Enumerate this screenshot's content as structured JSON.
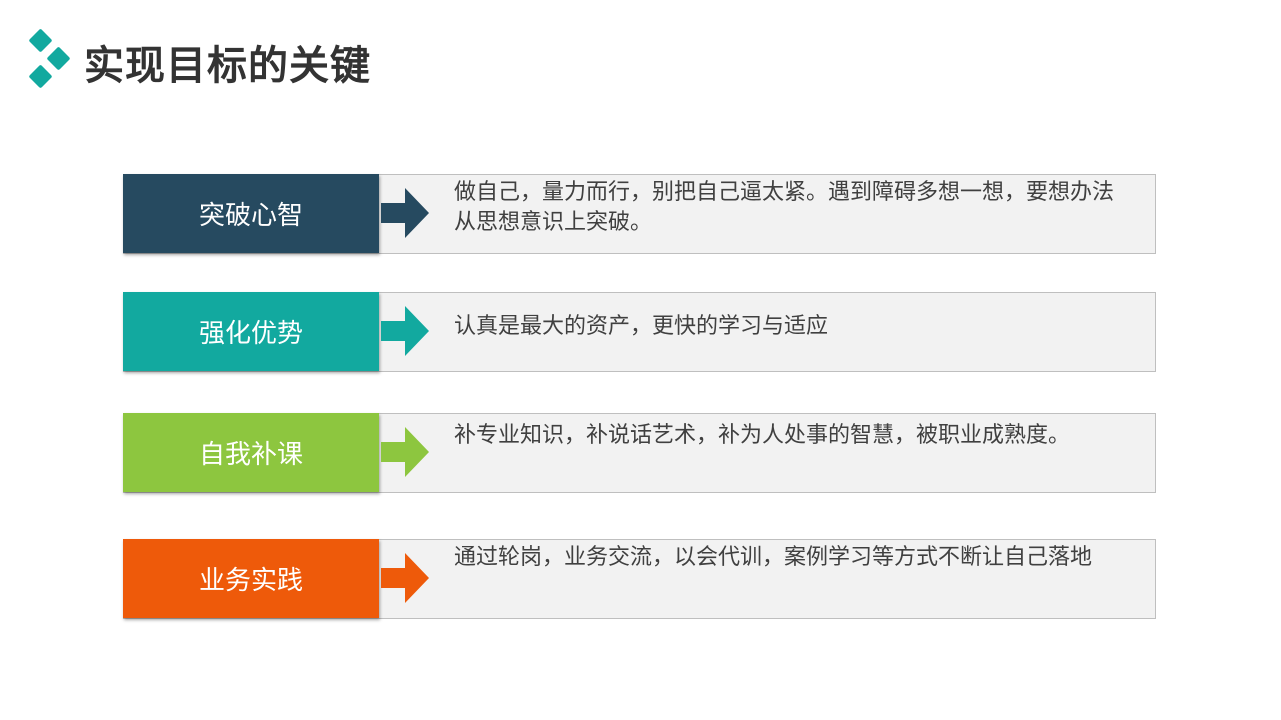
{
  "header": {
    "title": "实现目标的关键"
  },
  "colors": {
    "logo": "#12a99f",
    "title": "#333333",
    "panel_bg": "#f2f2f2",
    "panel_border": "#bfbfbf"
  },
  "items": [
    {
      "label": "突破心智",
      "color": "#264a60",
      "icon": "right-arrow-icon",
      "text": "做自己，量力而行，别把自己逼太紧。遇到障碍多想一想，要想办法从思想意识上突破。"
    },
    {
      "label": "强化优势",
      "color": "#12a99f",
      "icon": "right-arrow-icon",
      "text": "认真是最大的资产，更快的学习与适应"
    },
    {
      "label": "自我补课",
      "color": "#8dc63f",
      "icon": "right-arrow-icon",
      "text": "补专业知识，补说话艺术，补为人处事的智慧，被职业成熟度。"
    },
    {
      "label": "业务实践",
      "color": "#ee5a0a",
      "icon": "right-arrow-icon",
      "text": "通过轮岗，业务交流，以会代训，案例学习等方式不断让自己落地"
    }
  ]
}
